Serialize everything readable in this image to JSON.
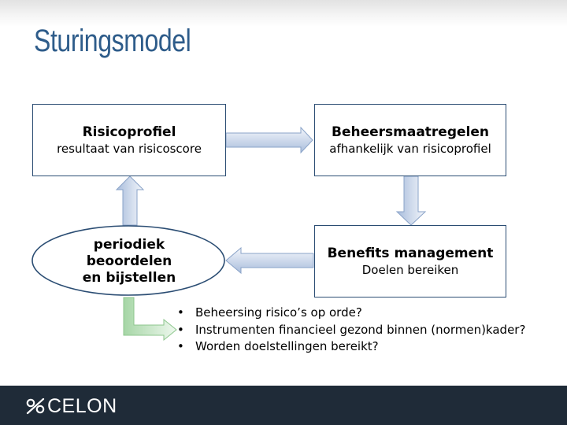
{
  "slide": {
    "title": "Sturingsmodel"
  },
  "diagram": {
    "risicoprofiel": {
      "title": "Risicoprofiel",
      "subtitle": "resultaat van risicoscore"
    },
    "beheersmaatregelen": {
      "title": "Beheersmaatregelen",
      "subtitle": "afhankelijk van risicoprofiel"
    },
    "benefits": {
      "title": "Benefits management",
      "subtitle": "Doelen bereiken"
    },
    "cycle": {
      "line1": "periodiek",
      "line2": "beoordelen",
      "line3": "en bijstellen"
    },
    "bullet_glyph": "•",
    "questions": [
      "Beheersing risico’s op orde?",
      "Instrumenten financieel gezond binnen (normen)kader?",
      "Worden doelstellingen bereikt?"
    ]
  },
  "footer": {
    "logo_text": "CELON",
    "logo_icon": "percent-icon"
  },
  "colors": {
    "title": "#2e5c8a",
    "box_border": "#2b4d73",
    "arrow_blue_light": "#eef2f9",
    "arrow_blue_dark": "#a9bddc",
    "arrow_green_light": "#eef8ee",
    "arrow_green_dark": "#a6d6a6",
    "footer_bg": "#1f2b38"
  }
}
